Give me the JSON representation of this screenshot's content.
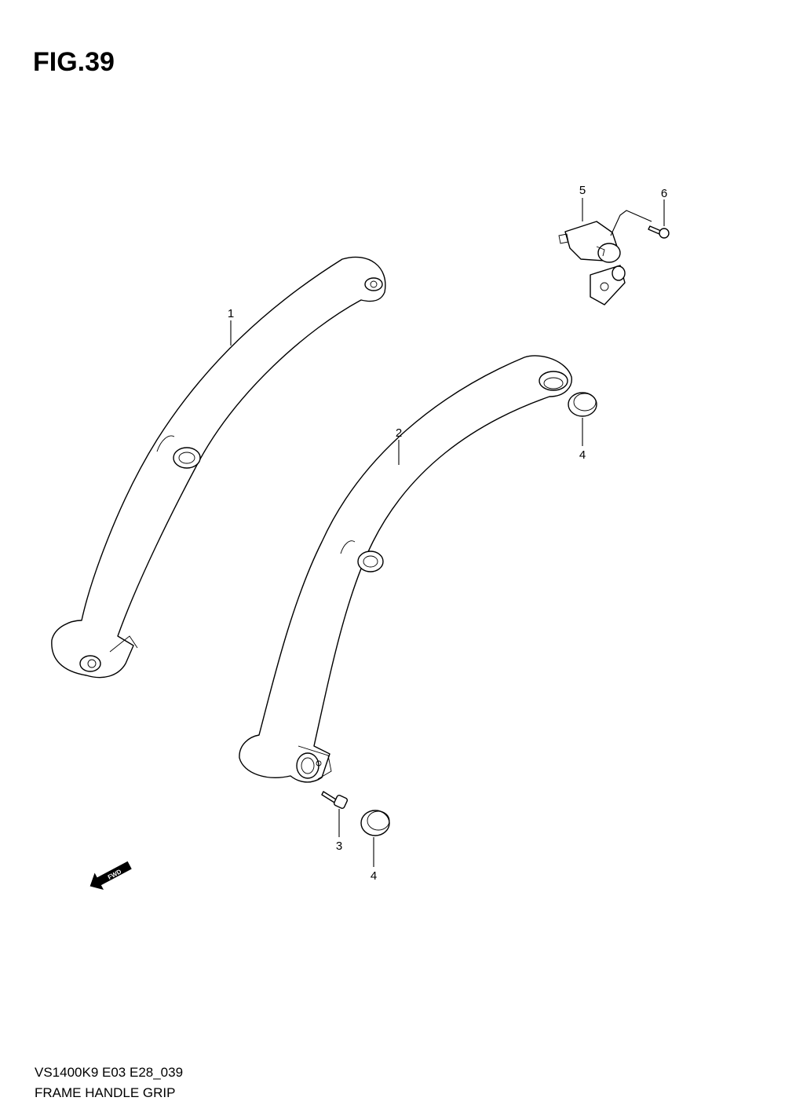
{
  "figure": {
    "title": "FIG.39",
    "code": "VS1400K9 E03 E28_039",
    "name": "FRAME HANDLE GRIP"
  },
  "callouts": [
    {
      "id": "c1",
      "label": "1"
    },
    {
      "id": "c2",
      "label": "2"
    },
    {
      "id": "c3",
      "label": "3"
    },
    {
      "id": "c4a",
      "label": "4"
    },
    {
      "id": "c4b",
      "label": "4"
    },
    {
      "id": "c5",
      "label": "5"
    },
    {
      "id": "c6",
      "label": "6"
    }
  ],
  "fwd_label": "FWD"
}
